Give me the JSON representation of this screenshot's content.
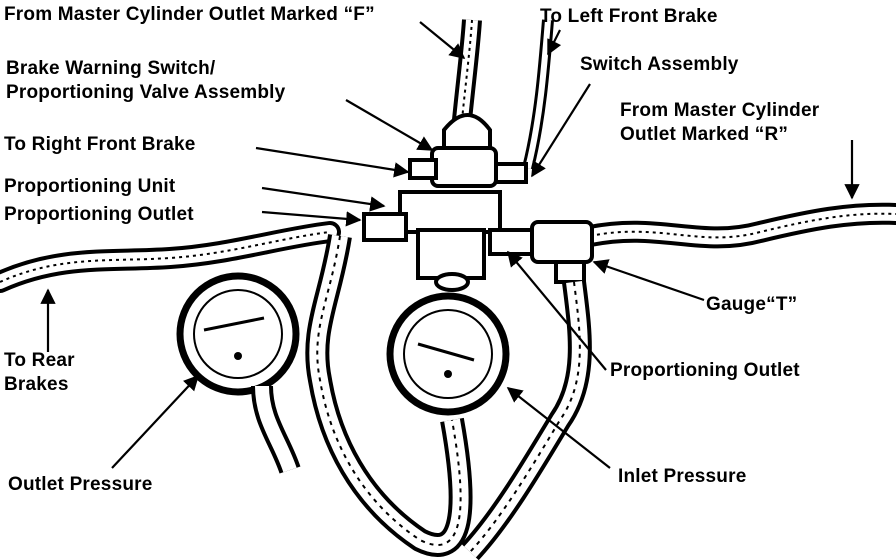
{
  "labels": {
    "from_master_f": "From Master Cylinder Outlet Marked “F”",
    "to_left_front": "To Left Front Brake",
    "switch_assembly": "Switch Assembly",
    "brake_warning_line1": "Brake Warning Switch/",
    "brake_warning_line2": "Proportioning Valve Assembly",
    "from_master_r_line1": "From Master Cylinder",
    "from_master_r_line2": "Outlet Marked “R”",
    "to_right_front": "To Right Front Brake",
    "proportioning_unit": "Proportioning Unit",
    "proportioning_outlet_left": "Proportioning Outlet",
    "to_rear_line1": "To Rear",
    "to_rear_line2": "Brakes",
    "gauge_t": "Gauge“T”",
    "proportioning_outlet_right": "Proportioning Outlet",
    "outlet_pressure": "Outlet Pressure",
    "inlet_pressure": "Inlet Pressure"
  },
  "colors": {
    "ink": "#000000",
    "paper": "#ffffff"
  }
}
